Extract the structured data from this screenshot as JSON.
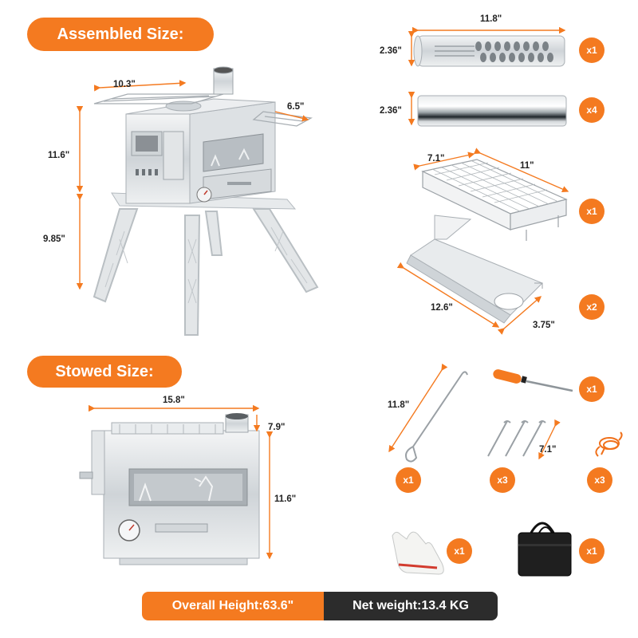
{
  "headings": {
    "assembled": "Assembled Size:",
    "stowed": "Stowed Size:"
  },
  "assembled_dims": {
    "width": "10.3\"",
    "depth": "6.5\"",
    "body_height": "11.6\"",
    "leg_height": "9.85\""
  },
  "stowed_dims": {
    "length": "15.8\"",
    "width": "7.9\"",
    "height": "11.6\""
  },
  "parts": {
    "pipe_perforated": {
      "length": "11.8\"",
      "diameter": "2.36\"",
      "qty": "x1"
    },
    "pipe_plain": {
      "diameter": "2.36\"",
      "qty": "x4"
    },
    "grill_rack": {
      "width": "7.1\"",
      "length": "11\"",
      "qty": "x1"
    },
    "side_shelf": {
      "length": "12.6\"",
      "width": "3.75\"",
      "qty": "x2"
    },
    "poker_hook": {
      "length": "11.8\"",
      "qty": "x1"
    },
    "screwdriver": {
      "qty": "x1"
    },
    "stakes": {
      "length": "7.1\"",
      "qty": "x3"
    },
    "rope": {
      "qty": "x3"
    },
    "gloves": {
      "qty": "x1"
    },
    "carry_bag": {
      "qty": "x1"
    }
  },
  "footer": {
    "overall_height": "Overall Height:63.6\"",
    "net_weight": "Net weight:13.4 KG"
  },
  "colors": {
    "accent": "#f47a20",
    "dark": "#2c2c2c",
    "steel": "#d9dde0"
  }
}
